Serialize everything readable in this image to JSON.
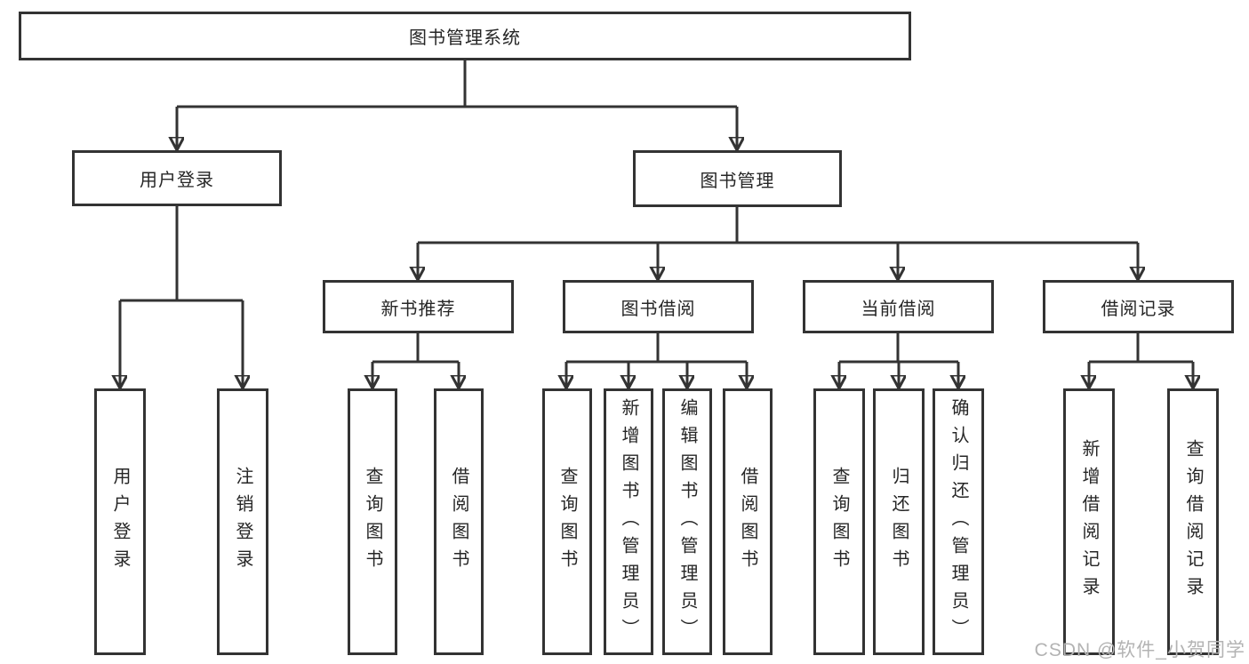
{
  "tree": {
    "root": "图书管理系统",
    "branches": [
      {
        "label": "用户登录",
        "children": [
          {
            "label": "用户登录"
          },
          {
            "label": "注销登录"
          }
        ]
      },
      {
        "label": "图书管理",
        "children": [
          {
            "label": "新书推荐",
            "children": [
              {
                "label": "查询图书"
              },
              {
                "label": "借阅图书"
              }
            ]
          },
          {
            "label": "图书借阅",
            "children": [
              {
                "label": "查询图书"
              },
              {
                "label": "新增图书（管理员）"
              },
              {
                "label": "编辑图书（管理员）"
              },
              {
                "label": "借阅图书"
              }
            ]
          },
          {
            "label": "当前借阅",
            "children": [
              {
                "label": "查询图书"
              },
              {
                "label": "归还图书"
              },
              {
                "label": "确认归还（管理员）"
              }
            ]
          },
          {
            "label": "借阅记录",
            "children": [
              {
                "label": "新增借阅记录"
              },
              {
                "label": "查询借阅记录"
              }
            ]
          }
        ]
      }
    ]
  },
  "watermark": "CSDN @软件_小贺同学",
  "colors": {
    "line": "#333333",
    "text": "#262626",
    "watermark_text": "#b3b3b3",
    "background": "#ffffff"
  }
}
